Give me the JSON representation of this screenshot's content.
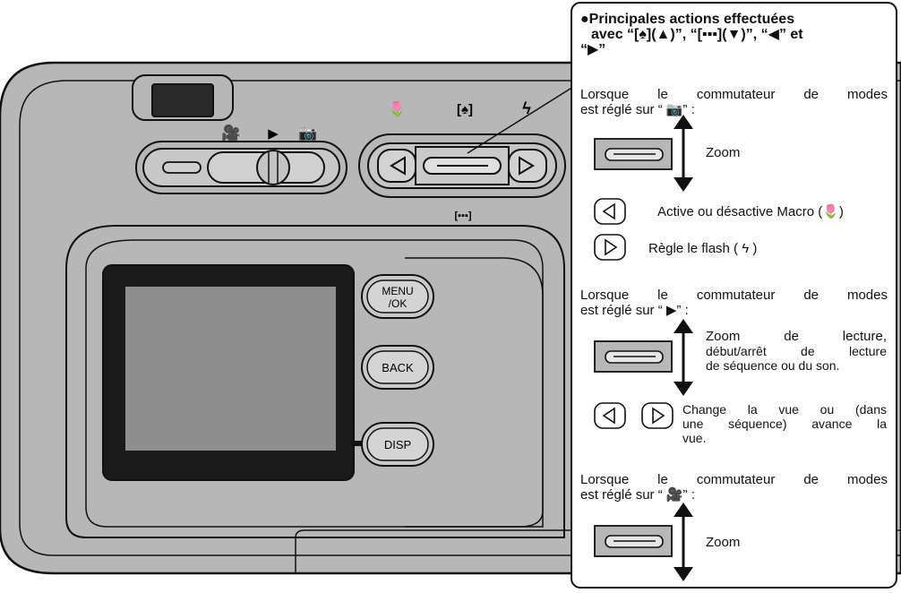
{
  "camera": {
    "mode_icons": [
      "🎥",
      "▶",
      "📷"
    ],
    "top_icons": [
      "🌷",
      "[♠]",
      "ϟ"
    ],
    "zoom_wide_icon": "[▪▪▪]",
    "buttons": {
      "menu_ok": [
        "MENU",
        "/OK"
      ],
      "back": "BACK",
      "disp": "DISP"
    }
  },
  "panel": {
    "title_line1": "●Principales actions effectuées",
    "title_line2": "avec “[♠](▲)”, “[▪▪▪](▼)”, “◀” et",
    "title_line3": "“▶”",
    "photo_mode": {
      "line1": "Lorsque le commutateur de modes",
      "line2": "est réglé sur “ 📷” :",
      "zoom_label": "Zoom",
      "macro_label": "Active ou désactive Macro (🌷)",
      "flash_label": "Règle le flash ( ϟ )"
    },
    "playback_mode": {
      "line1": "Lorsque le commutateur de modes",
      "line2": "est réglé sur “ ▶” :",
      "zoom_line1": "Zoom de lecture,",
      "zoom_line2": "début/arrêt de lecture",
      "zoom_line3": "de séquence ou du son.",
      "nav_line1": "Change la vue ou (dans",
      "nav_line2": "une séquence) avance la",
      "nav_line3": "vue."
    },
    "movie_mode": {
      "line1": "Lorsque le commutateur de modes",
      "line2": "est réglé sur “ 🎥” :",
      "zoom_label": "Zoom"
    }
  }
}
